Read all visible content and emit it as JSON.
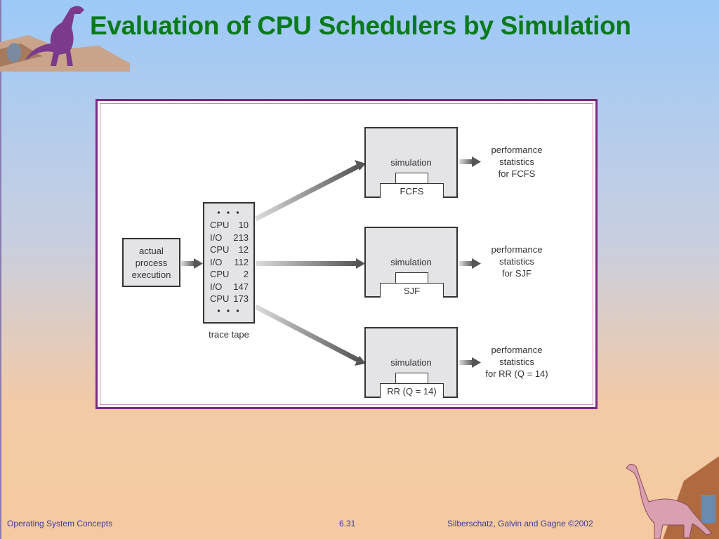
{
  "title": "Evaluation of CPU Schedulers by Simulation",
  "diagram": {
    "source_label": [
      "actual",
      "process",
      "execution"
    ],
    "tape": {
      "rows": [
        [
          "CPU",
          "10"
        ],
        [
          "I/O",
          "213"
        ],
        [
          "CPU",
          "12"
        ],
        [
          "I/O",
          "112"
        ],
        [
          "CPU",
          "2"
        ],
        [
          "I/O",
          "147"
        ],
        [
          "CPU",
          "173"
        ]
      ],
      "ellipsis": "• • •",
      "caption": "trace tape"
    },
    "simulations": [
      {
        "label": "simulation",
        "algorithm": "FCFS",
        "stats": [
          "performance",
          "statistics",
          "for FCFS"
        ]
      },
      {
        "label": "simulation",
        "algorithm": "SJF",
        "stats": [
          "performance",
          "statistics",
          "for SJF"
        ]
      },
      {
        "label": "simulation",
        "algorithm": "RR (Q = 14)",
        "stats": [
          "performance",
          "statistics",
          "for RR (Q = 14)"
        ]
      }
    ]
  },
  "footer": {
    "left": "Operating System Concepts",
    "center": "6.31",
    "right": "Silberschatz, Galvin and  Gagne ©2002"
  }
}
